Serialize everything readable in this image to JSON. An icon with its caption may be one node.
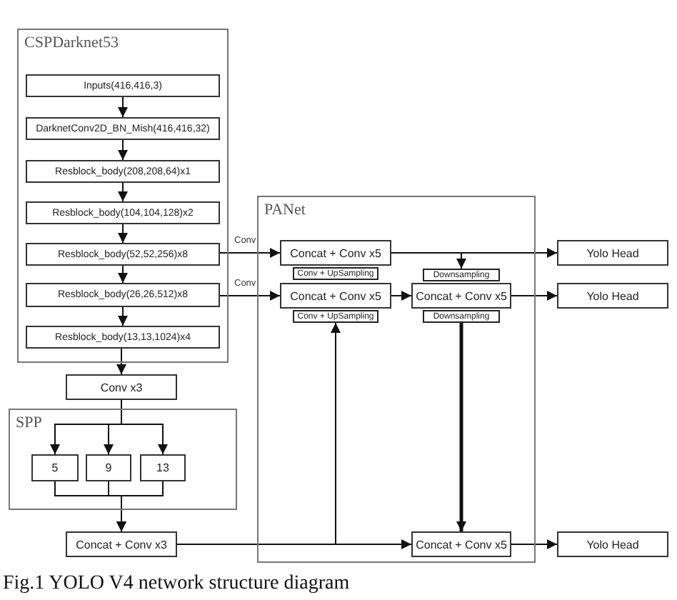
{
  "diagram": {
    "caption": "Fig.1 YOLO V4 network structure diagram",
    "nodes": [
      {
        "text": [
          "CSPDarknet53"
        ]
      },
      {
        "text": [
          "Inputs(416,416,3)"
        ],
        "in": 0
      },
      {
        "text": [
          "DarknetConv2D_BN_Mish(416,416,32)"
        ],
        "in": 0
      },
      {
        "text": [
          "Resblock_body(208,208,64)x1"
        ],
        "in": 0
      },
      {
        "text": [
          "Resblock_body(104,104,128)x2"
        ],
        "in": 0
      },
      {
        "text": [
          "Resblock_body(52,52,256)x8"
        ],
        "in": 0
      },
      {
        "text": [
          "Resblock_body(26,26,512)x8"
        ],
        "in": 0
      },
      {
        "text": [
          "Resblock_body(13,13,1024)x4"
        ],
        "in": 0
      },
      {
        "text": [
          "PANet"
        ]
      },
      {
        "text": [
          "Concat + Conv x5"
        ],
        "in": 8
      },
      {
        "text": [
          "Yolo Head"
        ]
      },
      {
        "text": [
          "Conv + UpSampling"
        ],
        "in": 8
      },
      {
        "text": [
          "Downsampling"
        ],
        "in": 8
      },
      {
        "text": [
          "Concat + Conv x5"
        ],
        "in": 8
      },
      {
        "text": [
          "Concat + Conv x5"
        ],
        "in": 8
      },
      {
        "text": [
          "Yolo Head"
        ]
      },
      {
        "text": [
          "Conv + UpSampling"
        ],
        "in": 8
      },
      {
        "text": [
          "Downsampling"
        ],
        "in": 8
      },
      {
        "text": [
          "Conv x3"
        ]
      },
      {
        "text": [
          "SPP"
        ]
      },
      {
        "text": [
          "5"
        ],
        "in": 19
      },
      {
        "text": [
          "9"
        ],
        "in": 19
      },
      {
        "text": [
          "13"
        ],
        "in": 19
      },
      {
        "text": [
          "Concat + Conv x3"
        ]
      },
      {
        "text": [
          "Concat + Conv x5"
        ],
        "in": 8
      },
      {
        "text": [
          "Yolo Head"
        ]
      }
    ],
    "edges": [
      {
        "from": 1,
        "to": 2,
        "arrow": "to"
      },
      {
        "from": 2,
        "to": 3,
        "arrow": "to"
      },
      {
        "from": 3,
        "to": 4,
        "arrow": "to"
      },
      {
        "from": 4,
        "to": 5,
        "arrow": "to"
      },
      {
        "from": 5,
        "to": 6,
        "arrow": "to"
      },
      {
        "from": 6,
        "to": 7,
        "arrow": "to"
      },
      {
        "from": 7,
        "to": 18,
        "arrow": "to"
      },
      {
        "from": 5,
        "to": 9,
        "arrow": "to",
        "label": "Conv"
      },
      {
        "from": 6,
        "to": 13,
        "arrow": "to",
        "label": "Conv"
      },
      {
        "from": 9,
        "to": 10,
        "arrow": "to"
      },
      {
        "from": 9,
        "to": 12,
        "arrow": "to"
      },
      {
        "from": 13,
        "to": 14,
        "arrow": "to"
      },
      {
        "from": 14,
        "to": 15,
        "arrow": "to"
      },
      {
        "from": 18,
        "to": 20,
        "arrow": "to"
      },
      {
        "from": 18,
        "to": 21,
        "arrow": "to"
      },
      {
        "from": 18,
        "to": 22,
        "arrow": "to"
      },
      {
        "from": 20,
        "to": 23,
        "arrow": "to"
      },
      {
        "from": 21,
        "to": 23,
        "arrow": "to"
      },
      {
        "from": 22,
        "to": 23,
        "arrow": "to"
      },
      {
        "from": 23,
        "to": 16,
        "arrow": "to"
      },
      {
        "from": 23,
        "to": 24,
        "arrow": "to"
      },
      {
        "from": 17,
        "to": 24,
        "arrow": "to",
        "style": "thick"
      },
      {
        "from": 24,
        "to": 25,
        "arrow": "to"
      }
    ]
  }
}
